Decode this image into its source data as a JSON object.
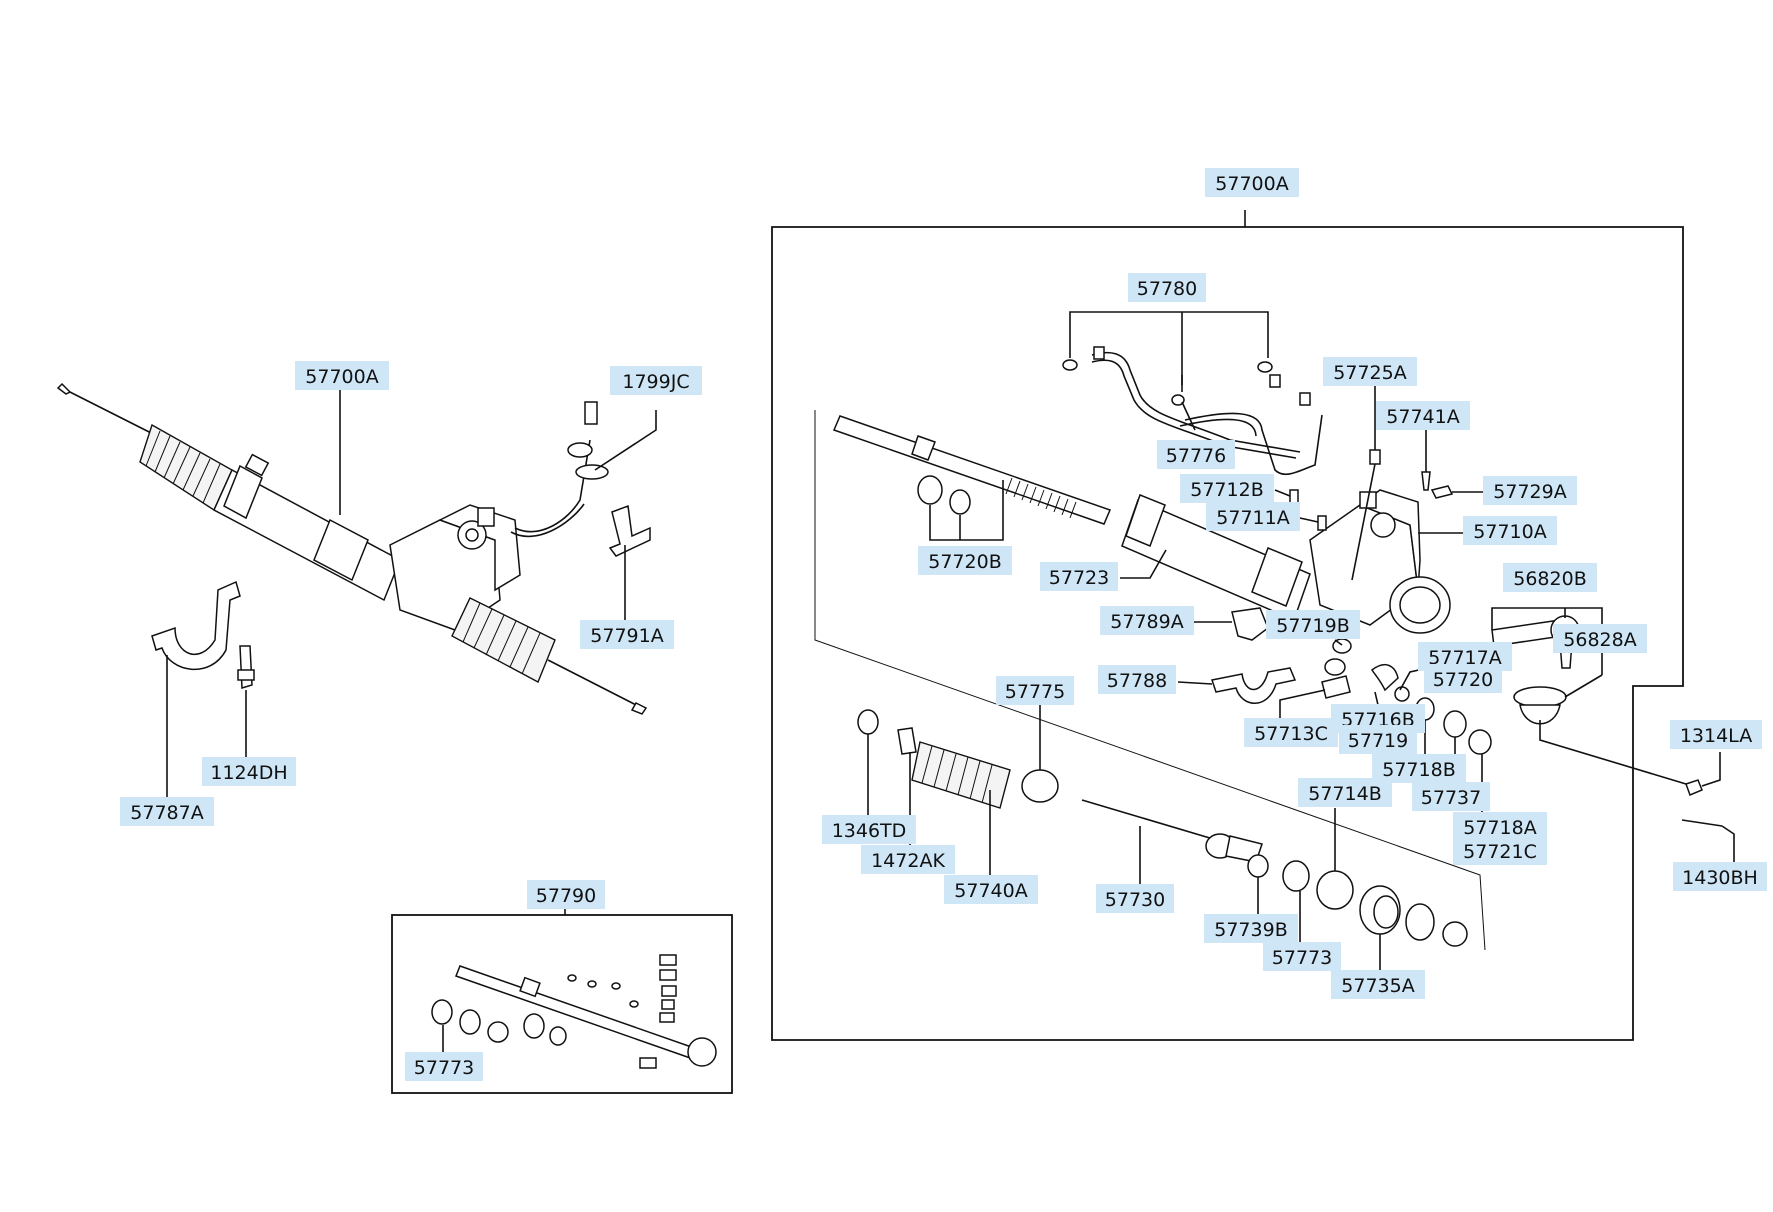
{
  "labels": {
    "l_57700A_top": "57700A",
    "l_57780": "57780",
    "l_57725A": "57725A",
    "l_57741A": "57741A",
    "l_57776": "57776",
    "l_57712B": "57712B",
    "l_57729A": "57729A",
    "l_57711A": "57711A",
    "l_57710A": "57710A",
    "l_57720B": "57720B",
    "l_57723": "57723",
    "l_56820B": "56820B",
    "l_57789A": "57789A",
    "l_57719B": "57719B",
    "l_56828A": "56828A",
    "l_57717A": "57717A",
    "l_57788": "57788",
    "l_57720": "57720",
    "l_57775": "57775",
    "l_57716B": "57716B",
    "l_57713C": "57713C",
    "l_57719": "57719",
    "l_1314LA": "1314LA",
    "l_57718B": "57718B",
    "l_57714B": "57714B",
    "l_57737": "57737",
    "l_1346TD": "1346TD",
    "l_57718A": "57718A",
    "l_1472AK": "1472AK",
    "l_57721C": "57721C",
    "l_57740A": "57740A",
    "l_57730": "57730",
    "l_1430BH": "1430BH",
    "l_57739B": "57739B",
    "l_57773_mid": "57773",
    "l_57735A": "57735A",
    "l_57700A_left": "57700A",
    "l_1799JC": "1799JC",
    "l_57791A": "57791A",
    "l_1124DH": "1124DH",
    "l_57787A": "57787A",
    "l_57790": "57790",
    "l_57773_kit": "57773"
  }
}
